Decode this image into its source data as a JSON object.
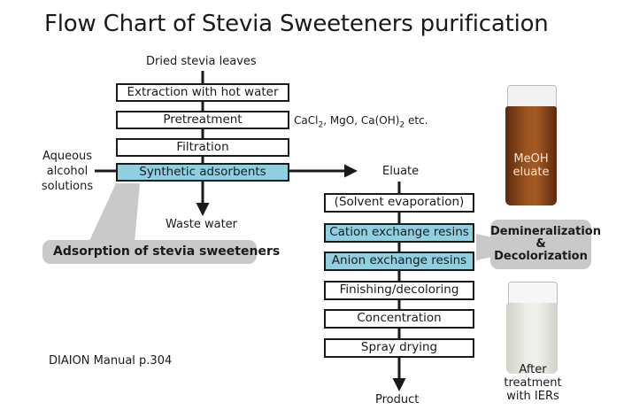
{
  "title": "Flow Chart of Stevia Sweeteners purification",
  "left_flow": {
    "start": "Dried stevia leaves",
    "steps": [
      "Extraction with hot water",
      "Pretreatment",
      "Filtration",
      "Synthetic adsorbents"
    ],
    "pretreatment_note": "CaCl2, MgO, Ca(OH)2 etc.",
    "input_label": "Aqueous alcohol solutions",
    "output_bottom": "Waste water",
    "callout": "Adsorption of stevia sweeteners"
  },
  "right_flow": {
    "start": "Eluate",
    "steps": [
      "(Solvent evaporation)",
      "Cation exchange resins",
      "Anion exchange resins",
      "Finishing/decoloring",
      "Concentration",
      "Spray drying"
    ],
    "end": "Product",
    "callout": "Demineralization & Decolorization"
  },
  "source": "DIAION Manual p.304",
  "vials": [
    {
      "caption": "MeOH eluate",
      "color": "#8a4518"
    },
    {
      "caption": "After treatment with IERs",
      "color": "#e4e6df"
    }
  ]
}
